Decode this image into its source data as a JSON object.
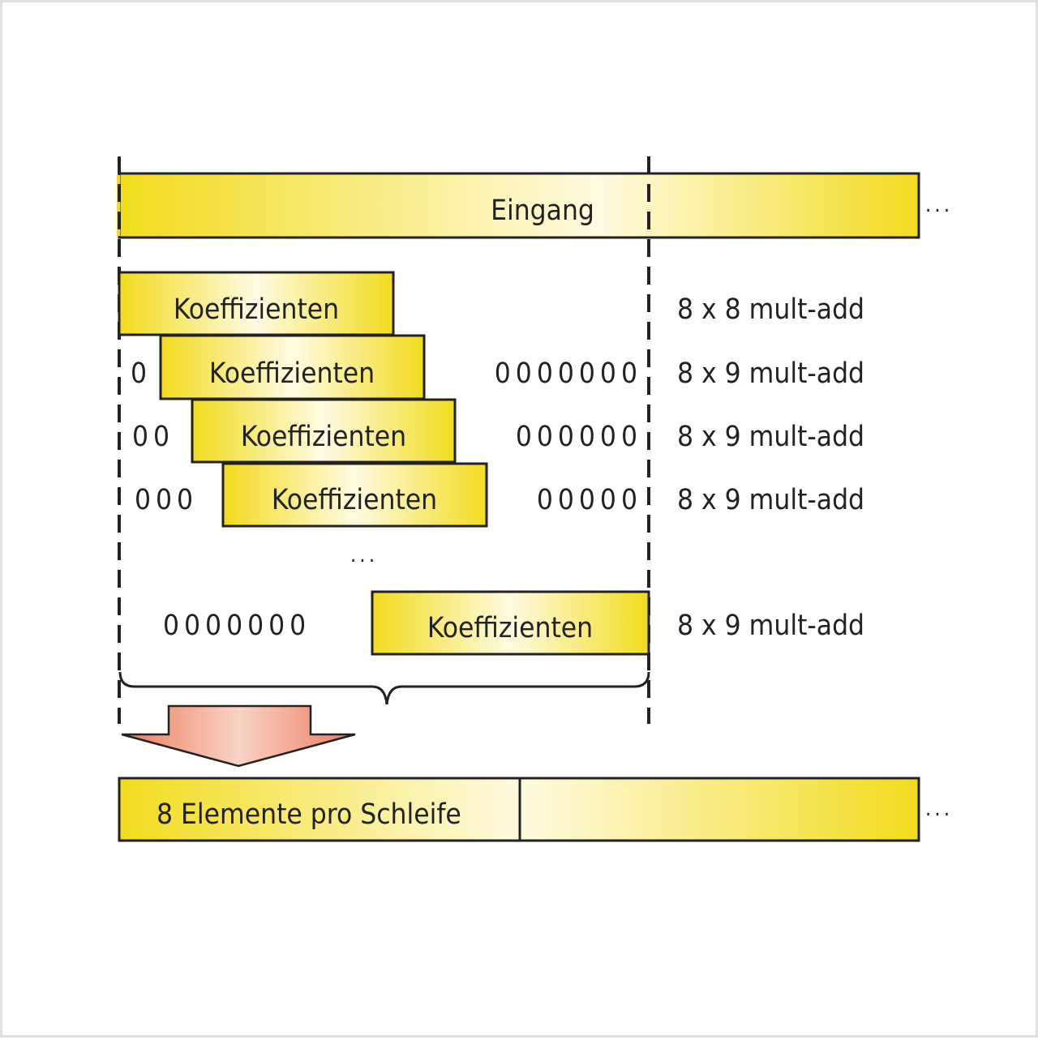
{
  "input_bar": {
    "label": "Eingang",
    "ellipsis": "..."
  },
  "rows": [
    {
      "coeff": "Koeffizienten",
      "left_zeros": "",
      "right_zeros": "",
      "op": "8 x 8 mult-add"
    },
    {
      "coeff": "Koeffizienten",
      "left_zeros": "0",
      "right_zeros": "0000000",
      "op": "8 x 9 mult-add"
    },
    {
      "coeff": "Koeffizienten",
      "left_zeros": "00",
      "right_zeros": "000000",
      "op": "8 x 9 mult-add"
    },
    {
      "coeff": "Koeffizienten",
      "left_zeros": "000",
      "right_zeros": "00000",
      "op": "8 x 9 mult-add"
    },
    {
      "coeff": "Koeffizienten",
      "left_zeros": "0000000",
      "right_zeros": "",
      "op": "8 x 9 mult-add"
    }
  ],
  "rows_ellipsis": "...",
  "output_bar": {
    "label": "8 Elemente pro Schleife",
    "ellipsis": "..."
  },
  "colors": {
    "yellow": "#f2dc1e",
    "pale": "#fffbe2",
    "arrow": "#ec7b5c",
    "arrow_light": "#f9d3c4"
  }
}
